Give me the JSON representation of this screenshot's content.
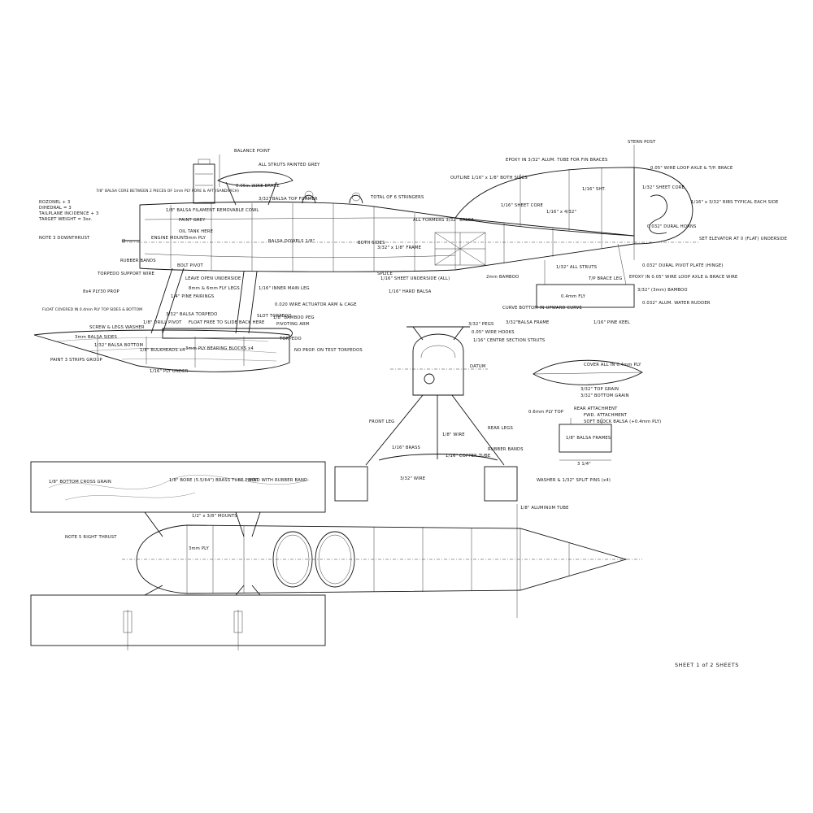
{
  "sheet": {
    "caption": "SHEET 1 of 2 SHEETS"
  },
  "side_view": {
    "labels": [
      "BALANCE POINT",
      "ALL STRUTS PAINTED GREY",
      "0.05in WIRE BRACE",
      "3/32\" BALSA TOP FORMER",
      "TOTAL OF 6 STRINGERS",
      "EPOXY IN 3/32\" ALUM. TUBE FOR FIN BRACES",
      "OUTLINE 1/16\" x 1/8\" BOTH SIDES",
      "STERN POST",
      "0.05\" WIRE LOOP AXLE & T/P. BRACE",
      "1/32\" SHEET CORE",
      "1/16\" x 3/32\" RIBS TYPICAL EACH SIDE",
      "1/16\" SHT.",
      "1/16\" x 4/32\"",
      "1/16\" SHEET CORE",
      "0.032\" DURAL HORNS",
      "SET ELEVATOR AT 0 (FLAT) UNDERSIDE",
      "ROZONEL + 3",
      "DIHEDRAL = 3",
      "TAILPLANE INCIDENCE + 3",
      "TARGET WEIGHT = 3oz.",
      "NOTE 3 DOWNTHRUST",
      "7/8\" BALSA CORE BETWEEN 2 PIECES OF 1mm PLY FORE & AFT (SANDWICH)",
      "1/8\" BALSA FILAMENT REMOVABLE COWL",
      "PAINT GREY",
      "OIL TANK HERE",
      "ENGINE MOUNT",
      "3mm PLY",
      "BALSA DOWELS 1/8\"",
      "RUBBER BANDS",
      "TORPEDO SUPPORT WIRE",
      "BOLT PIVOT",
      "LEAVE OPEN UNDERSIDE",
      "8mm & 6mm FLY LEGS",
      "1/4\" PINE FAIRINGS",
      "8x4 PLY30 PROP",
      "3/32\" BALSA TORPEDO",
      "1/8\" DRILL PIVOT",
      "FLOAT FREE TO SLIDE BACK HERE",
      "SLOT TORPEDO",
      "0.020 WIRE ACTUATOR ARM & CAGE",
      "1/8\" BAMBOO PEG",
      "PIVOTING ARM",
      "TORPEDO",
      "FLOAT COVERED IN 0.4mm PLY TOP SIDES & BOTTOM",
      "SCREW & LEGS WASHER",
      "3mm BALSA SIDES",
      "1/32\" BALSA BOTTOM",
      "1/8\" BULKHEADS x4",
      "3mm PLY BEARING BLOCKS x4",
      "NO PROP. ON TEST TORPEDOS",
      "PAINT 3 STRIPS GROUP",
      "1/16\" PLY UNDER",
      "1/16\" SHEET UNDERSIDE (ALL)",
      "1/16\" INNER MAIN LEG",
      "1/16\" HARD BALSA",
      "2mm BAMBOO",
      "SPLICE",
      "BOTH SIDES",
      "ALL FORMERS 3/32\" BALSA",
      "3/32\" x 1/8\" FRAME",
      "1/32\" ALL STRUTS",
      "T/P BRACE LEG",
      "3/32\" (3mm) BAMBOO",
      "0.4mm FLY",
      "0.032\" ALUM. WATER RUDDER",
      "CURVE BOTTOM IN UPWARD CURVE",
      "3/32\"BALSA FRAME",
      "1/16\" PINE KEEL",
      "0.032\" DURAL PIVOT PLATE (HINGE)",
      "EPOXY IN 0.05\" WIRE LOOP AXLE & BRACE WIRE"
    ]
  },
  "front_view": {
    "labels": [
      "3/32\" PEGS",
      "0.05\" WIRE HOOKS",
      "1/16\" CENTRE SECTION STRUTS",
      "DATUM",
      "FRONT LEG",
      "REAR LEGS",
      "1/16\" BRASS",
      "1/8\" WIRE",
      "RUBBER BANDS",
      "1/16\" COPPER TUBE",
      "3/32\" WIRE"
    ]
  },
  "torpedo_detail": {
    "labels": [
      "COVER ALL IN 0.4mm PLY",
      "3/32\" TOP GRAIN",
      "3/32\" BOTTOM GRAIN"
    ]
  },
  "float_section": {
    "labels": [
      "REAR ATTACHMENT",
      "0.6mm PLY TOP",
      "FWD. ATTACHMENT",
      "SOFT BLOCK BALSA (+0.4mm PLY)",
      "1/8\" BALSA FRAMES",
      "3 1/4\"",
      "WASHER & 1/32\" SPLIT PINS (x4)"
    ]
  },
  "plan_view": {
    "labels": [
      "1/8\" BOTTOM CROSS GRAIN",
      "1/8\" BORE (5.5/64\") BRASS TUBE PIVOT",
      "BIND WITH RUBBER BAND",
      "1/2\" x 3/8\" MOUNTS",
      "NOTE 5 RIGHT THRUST",
      "3mm PLY",
      "1/8\" ALUMINUM TUBE"
    ]
  }
}
